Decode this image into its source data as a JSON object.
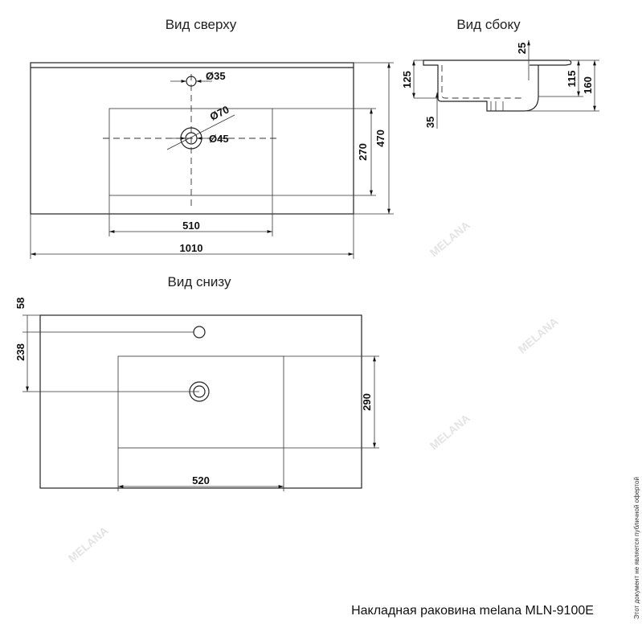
{
  "watermark": "MELANA",
  "views": {
    "top": {
      "title": "Вид сверху",
      "dims": {
        "overflow": "Ø35",
        "outer_drain": "Ø70",
        "inner_drain": "Ø45",
        "bowl_depth": "270",
        "depth": "470",
        "bowl_width": "510",
        "width": "1010"
      }
    },
    "side": {
      "title": "Вид сбоку",
      "dims": {
        "rim": "25",
        "left_height": "125",
        "inner": "115",
        "total": "160",
        "bottom": "35"
      }
    },
    "bottom": {
      "title": "Вид снизу",
      "dims": {
        "overflow_offset": "58",
        "drain_offset": "238",
        "bowl_depth": "290",
        "bowl_width": "520"
      }
    }
  },
  "footer": {
    "caption": "Накладная раковина melana MLN-9100E",
    "disclaimer": "Этот документ не является публичной офертой"
  }
}
